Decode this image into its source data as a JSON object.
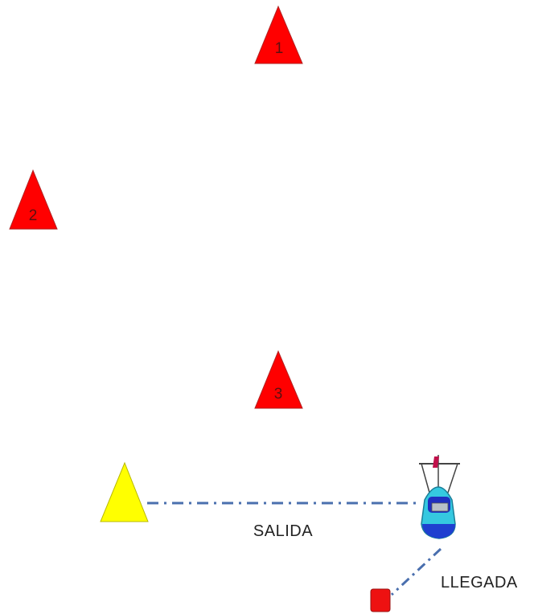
{
  "colors": {
    "mark": "#ff0000",
    "mark_outline": "#b22222",
    "pin_buoy": "#ffff00",
    "pin_outline": "#b8b800",
    "line": "#4a6fae",
    "boat_hull": "#35c8e0",
    "boat_hull_dark": "#1f3fd0",
    "finish_buoy": "#ee1111"
  },
  "marks": [
    {
      "label": "1"
    },
    {
      "label": "2"
    },
    {
      "label": "3"
    }
  ],
  "start_line": {
    "label": "SALIDA"
  },
  "finish_line": {
    "label": "LLEGADA"
  },
  "icons": {
    "pin_end": "start-pin-buoy-icon",
    "committee_boat": "committee-boat-icon",
    "finish_mark": "finish-buoy-icon"
  }
}
